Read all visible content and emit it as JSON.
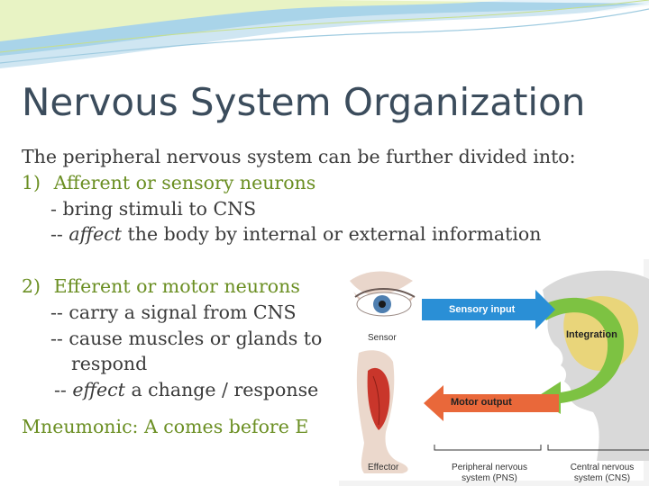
{
  "slide": {
    "title": "Nervous System Organization",
    "intro": "The peripheral nervous system can be further divided into:",
    "item1": {
      "number": "1)",
      "heading": "Afferent or sensory neurons",
      "line1": "- bring stimuli to CNS",
      "line2_prefix": "--",
      "line2_emphasis": "affect",
      "line2_rest": "the body by internal or external information"
    },
    "item2": {
      "number": "2)",
      "heading": "Efferent or motor neurons",
      "line1": "-- carry a signal from CNS",
      "line2": "--  cause muscles or glands to",
      "line3": "respond",
      "line4_prefix": "--",
      "line4_emphasis": "effect",
      "line4_rest": "a change / response"
    },
    "mnemonic": "Mneumonic:  A comes before E"
  },
  "figure": {
    "sensory_input": "Sensory input",
    "integration": "Integration",
    "motor_output": "Motor output",
    "sensor": "Sensor",
    "effector": "Effector",
    "pns_line1": "Peripheral nervous",
    "pns_line2": "system (PNS)",
    "cns_line1": "Central nervous",
    "cns_line2": "system (CNS)",
    "colors": {
      "sensory_arrow": "#2a8fd6",
      "motor_arrow": "#e9683a",
      "integration_arrow": "#7dc242",
      "head": "#d9d9d9",
      "brain_highlight": "#f5d12c"
    }
  }
}
